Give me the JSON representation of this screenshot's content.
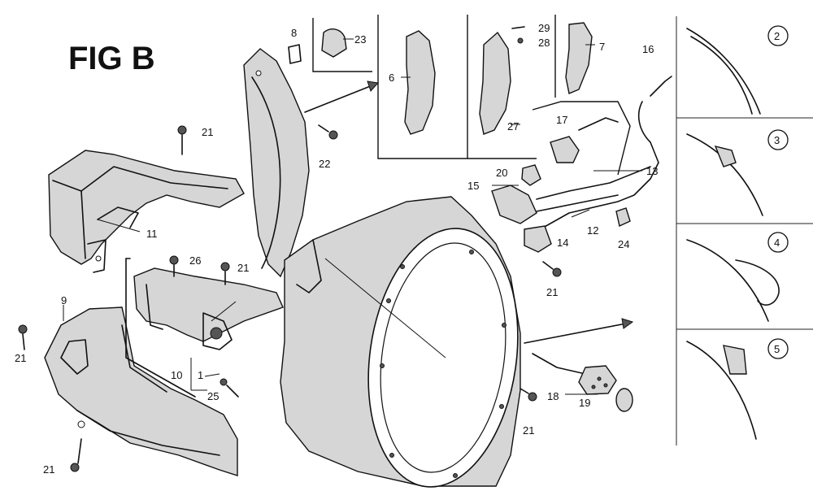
{
  "figure": {
    "title": "FIG B"
  },
  "callouts": [
    {
      "id": "c-21a",
      "label": "21"
    },
    {
      "id": "c-11",
      "label": "11"
    },
    {
      "id": "c-22",
      "label": "22"
    },
    {
      "id": "c-8",
      "label": "8"
    },
    {
      "id": "c-23",
      "label": "23"
    },
    {
      "id": "c-6",
      "label": "6"
    },
    {
      "id": "c-29",
      "label": "29"
    },
    {
      "id": "c-28",
      "label": "28"
    },
    {
      "id": "c-27",
      "label": "27"
    },
    {
      "id": "c-7",
      "label": "7"
    },
    {
      "id": "c-16",
      "label": "16"
    },
    {
      "id": "c-17",
      "label": "17"
    },
    {
      "id": "c-20",
      "label": "20"
    },
    {
      "id": "c-13",
      "label": "13"
    },
    {
      "id": "c-15",
      "label": "15"
    },
    {
      "id": "c-12",
      "label": "12"
    },
    {
      "id": "c-14",
      "label": "14"
    },
    {
      "id": "c-24",
      "label": "24"
    },
    {
      "id": "c-21b",
      "label": "21"
    },
    {
      "id": "c-26",
      "label": "26"
    },
    {
      "id": "c-21c",
      "label": "21"
    },
    {
      "id": "c-9",
      "label": "9"
    },
    {
      "id": "c-21d",
      "label": "21"
    },
    {
      "id": "c-10",
      "label": "10"
    },
    {
      "id": "c-1",
      "label": "1"
    },
    {
      "id": "c-25",
      "label": "25"
    },
    {
      "id": "c-21e",
      "label": "21"
    },
    {
      "id": "c-18",
      "label": "18"
    },
    {
      "id": "c-19",
      "label": "19"
    },
    {
      "id": "c-21f",
      "label": "21"
    }
  ],
  "variants": [
    {
      "id": "v-2",
      "label": "2"
    },
    {
      "id": "v-3",
      "label": "3"
    },
    {
      "id": "v-4",
      "label": "4"
    },
    {
      "id": "v-5",
      "label": "5"
    }
  ]
}
